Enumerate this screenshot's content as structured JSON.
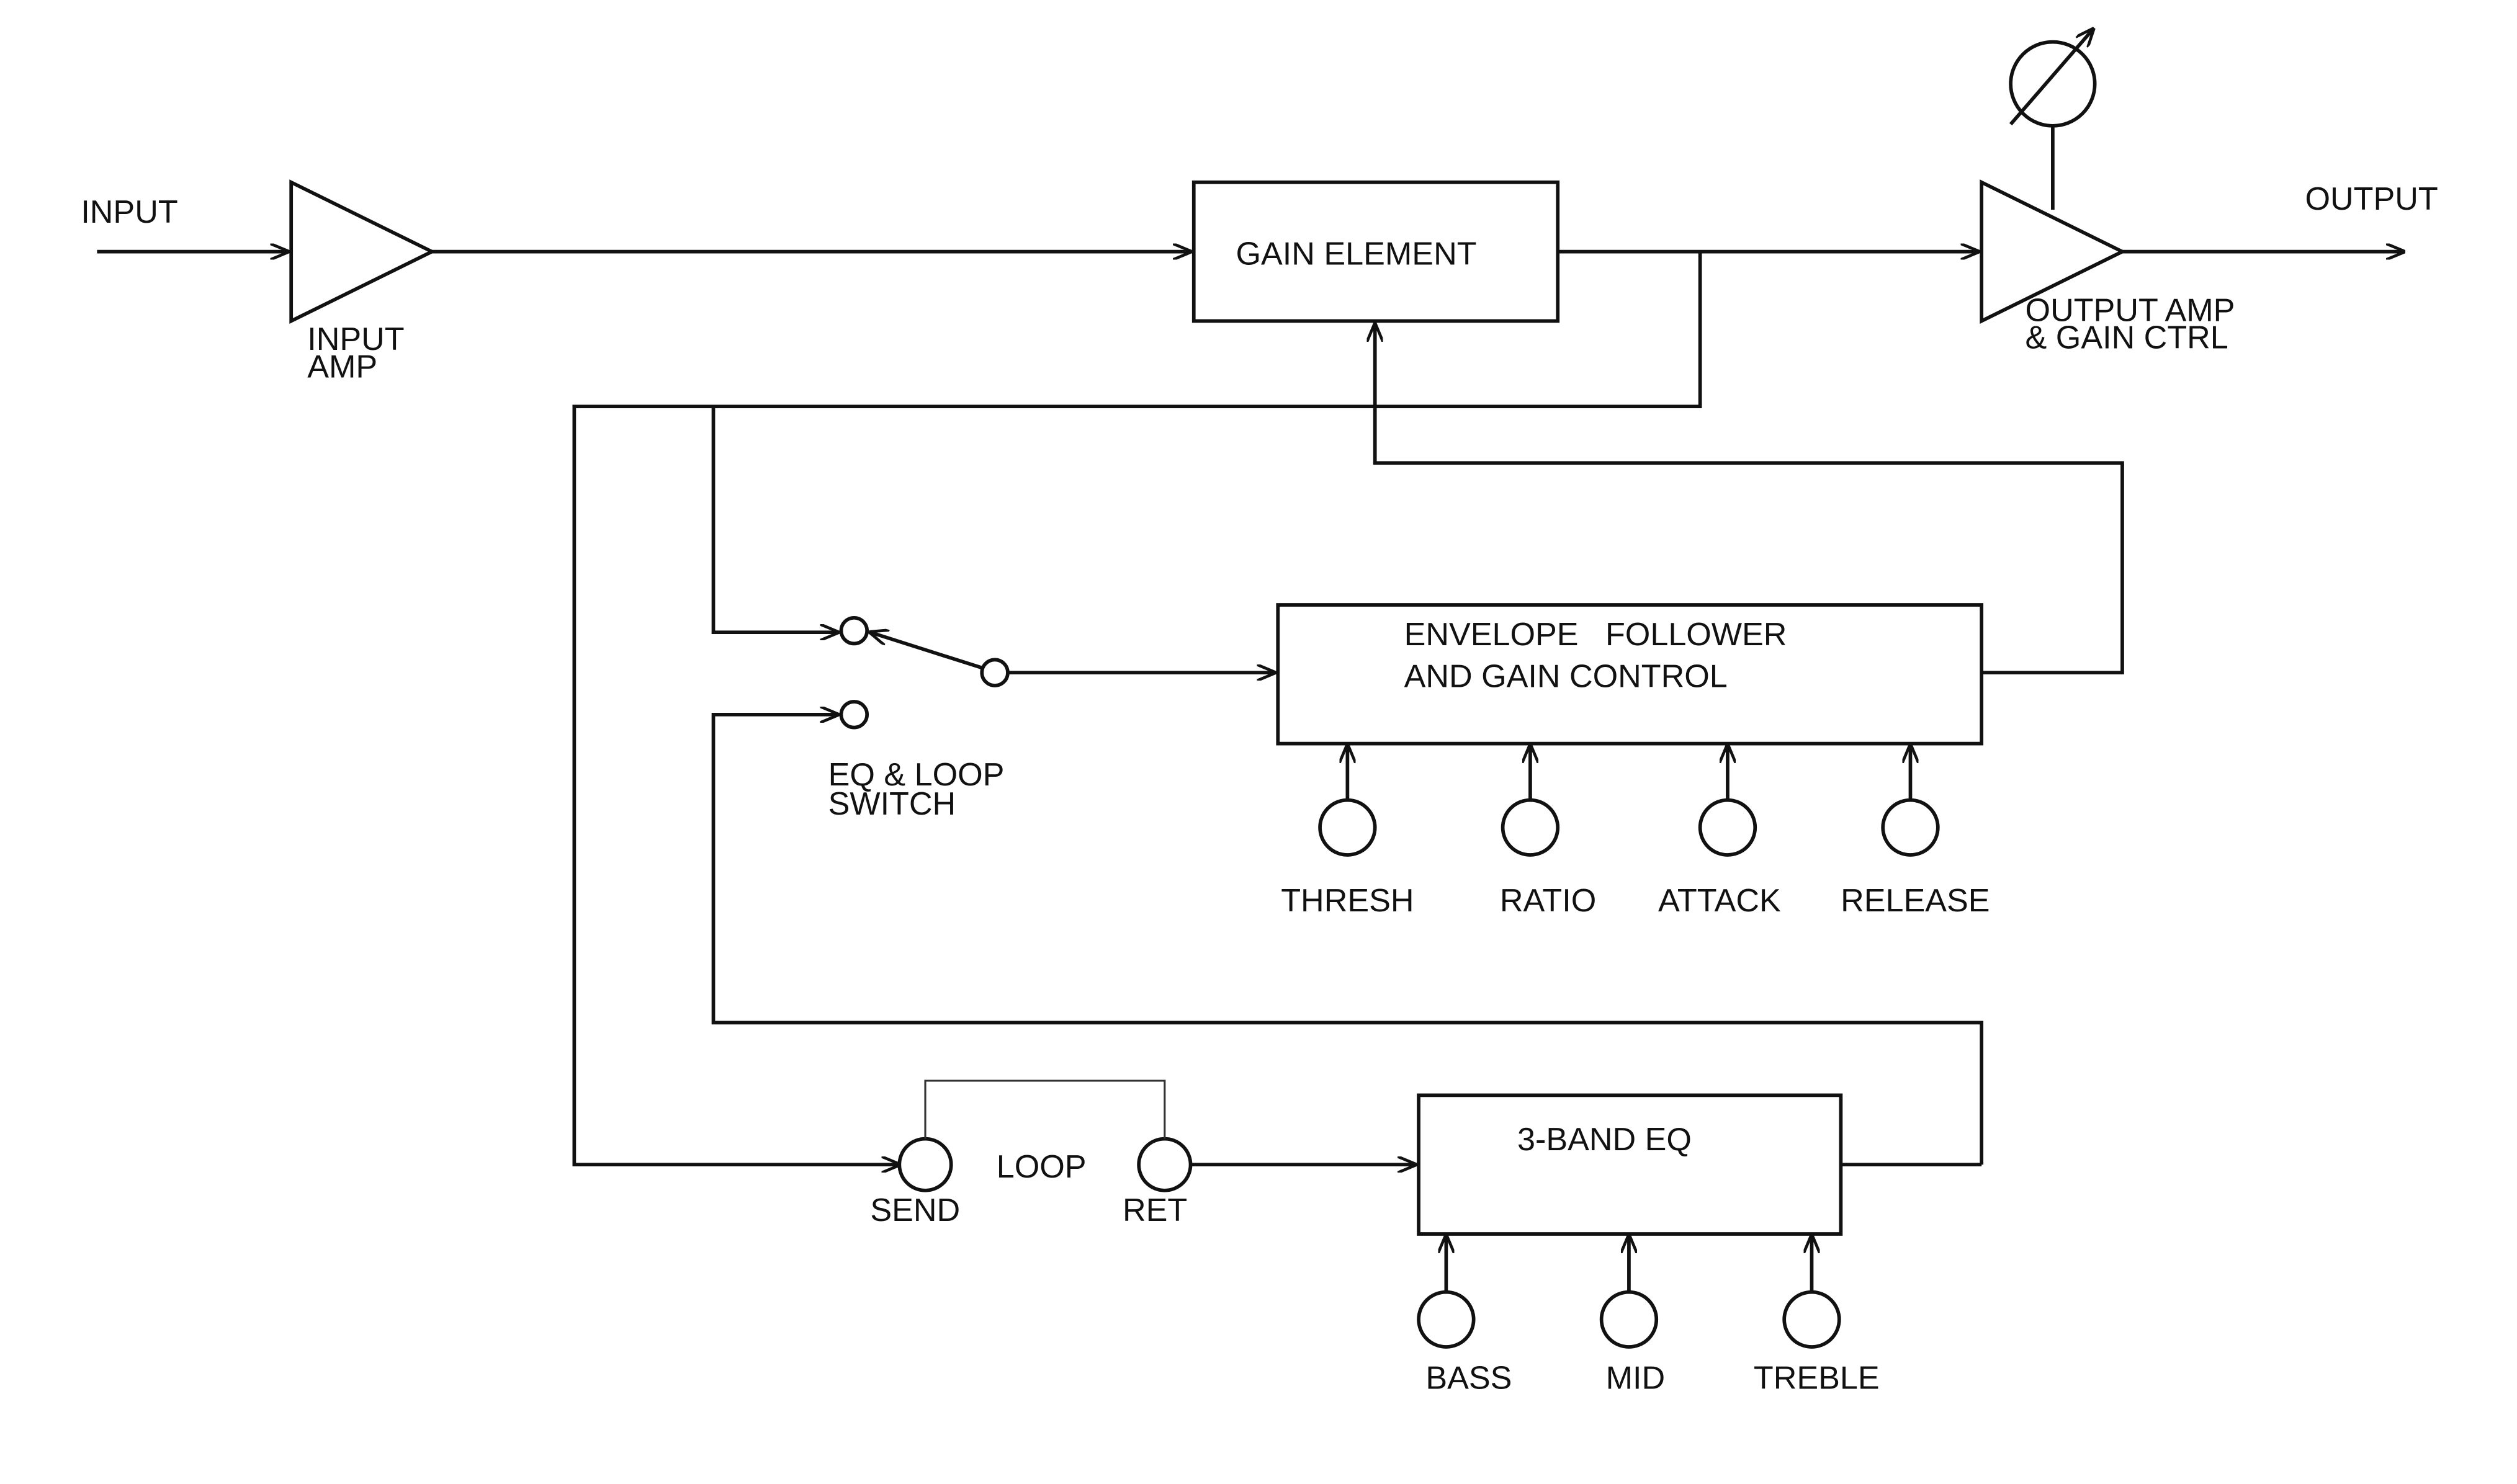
{
  "labels": {
    "input": "INPUT",
    "input_amp_1": "INPUT",
    "input_amp_2": "AMP",
    "gain_element": "GAIN ELEMENT",
    "output": "OUTPUT",
    "output_amp_1": "OUTPUT AMP",
    "output_amp_2": "& GAIN CTRL",
    "env_follower_1": "ENVELOPE   FOLLOWER",
    "env_follower_2": "AND GAIN CONTROL",
    "eq_loop_switch_1": "EQ & LOOP",
    "eq_loop_switch_2": "SWITCH",
    "three_band_eq": "3-BAND EQ",
    "loop": "LOOP",
    "send": "SEND",
    "ret": "RET"
  },
  "env_controls": [
    "THRESH",
    "RATIO",
    "ATTACK",
    "RELEASE"
  ],
  "eq_controls": [
    "BASS",
    "MID",
    "TREBLE"
  ],
  "colors": {
    "line": "#111111",
    "background": "#ffffff"
  }
}
